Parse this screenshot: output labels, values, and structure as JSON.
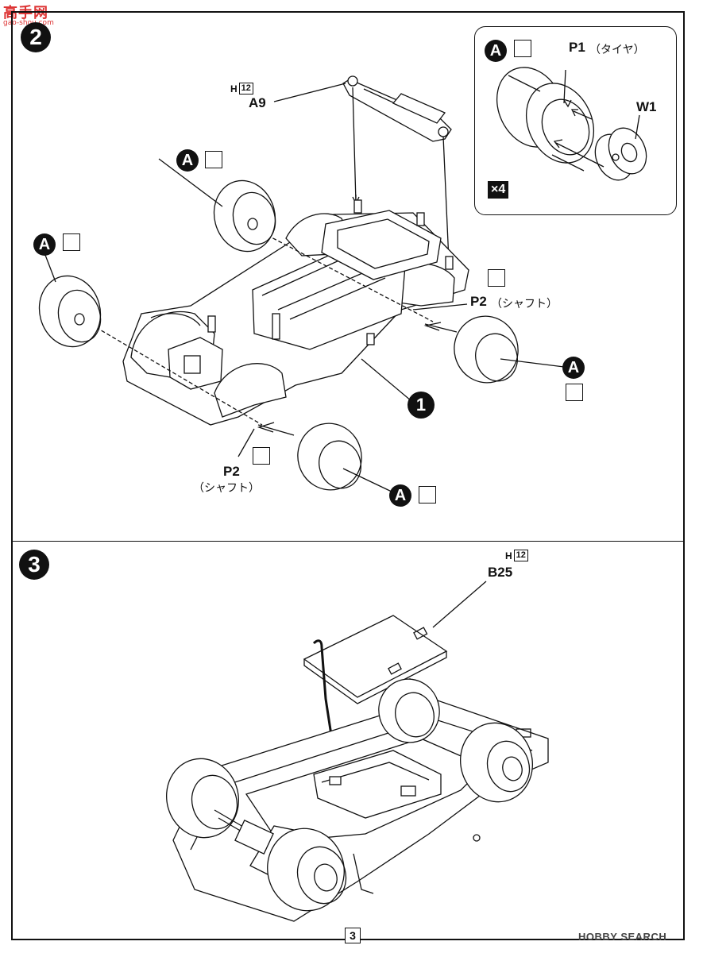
{
  "watermark": {
    "text": "高手网",
    "url": "gao-shou.com"
  },
  "page_number": "3",
  "footer_brand": "HOBBY SEARCH",
  "step2": {
    "number": "2",
    "a9_paint": "12",
    "a9_label": "A9",
    "paint_prefix": "H",
    "glue_marker": "A",
    "p2_label_right": "P2",
    "p2_label_right_jp": "（シャフト）",
    "p2_label_bottom": "P2",
    "p2_label_bottom_jp": "（シャフト）",
    "part_ref": "1",
    "inset": {
      "glue_marker": "A",
      "p1_label": "P1",
      "p1_label_jp": "（タイヤ）",
      "w1_label": "W1",
      "qty": "×4"
    }
  },
  "step3": {
    "number": "3",
    "paint_prefix": "H",
    "b25_paint": "12",
    "b25_label": "B25"
  }
}
